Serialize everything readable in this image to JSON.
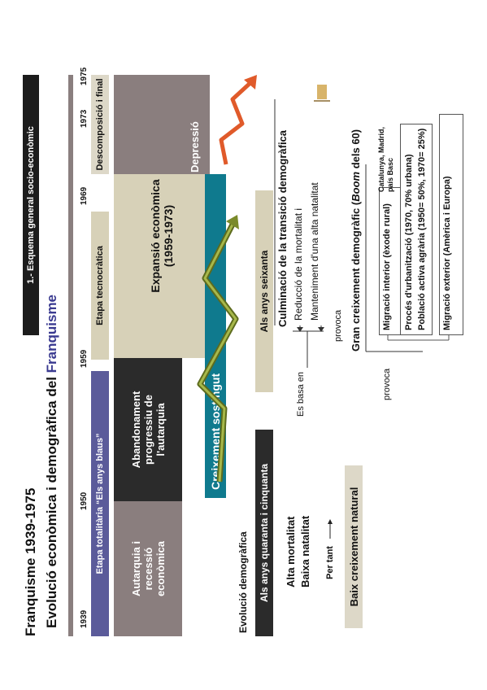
{
  "slide": {
    "main_title": "Franquisme 1939-1975",
    "section_tag": "1.- Esquema general socio-econòmic",
    "subtitle_prefix": "Evolució econòmica i demogràfica del ",
    "subtitle_accent": "Franquisme"
  },
  "timeline": {
    "years": [
      "1939",
      "1950",
      "1959",
      "1969",
      "1973",
      "1975"
    ]
  },
  "periods": {
    "totalitarian": "Etapa totalitària “Els anys blaus”",
    "technocratic": "Etapa tecnocràtica",
    "decomposition": "Descomposició i final"
  },
  "economy": {
    "autarky": "Autarquia i recessió econòmica",
    "abandonment": "Abandonament progressiu de l'autarquia",
    "expansion_line1": "Expansió econòmica",
    "expansion_line2": "(1959-1973)",
    "depression": "Depressió",
    "sustained_growth": "Creixement sostingut"
  },
  "demography": {
    "heading": "Evolució demogràfica",
    "forties_fifties": "Als anys quaranta i cinquanta",
    "sixties": "Als anys seixanta",
    "high_mortality": "Alta mortalitat",
    "low_natality": "Baixa natalitat",
    "therefore": "Per tant",
    "low_growth": "Baix creixement natural",
    "based_on": "Es basa en",
    "transition": "Culminació de la transició demogràfica",
    "mortality_reduction": "Reducció de la mortalitat i",
    "high_natality": "Manteniment d'una alta natalitat",
    "causes_1": "provoca",
    "boom_prefix": "Gran creixement demogràfic (",
    "boom_em": "Boom",
    "boom_suffix": " dels 60)",
    "causes_2": "provoca",
    "internal_migration": "Migració interior (èxode rural)",
    "regions": "Catalunya, Madrid, país Basc",
    "urbanization": "Procés d'urbanització (1970, 70% urbana)",
    "agrarian": "Població activa agrària (1950= 50%, 1970= 25%)",
    "external_migration": "Migració exterior (Amèrica i Europa)"
  },
  "colors": {
    "dark_bar": "#1c1c1c",
    "grey_bar": "#8a7f7f",
    "purple": "#5b5b9a",
    "beige": "#d7d1b8",
    "taupe": "#8a7e7e",
    "dark": "#2b2b2b",
    "teal": "#0f7a8e",
    "arrow_green": "#7a8a2a",
    "arrow_red": "#e05a2a"
  }
}
